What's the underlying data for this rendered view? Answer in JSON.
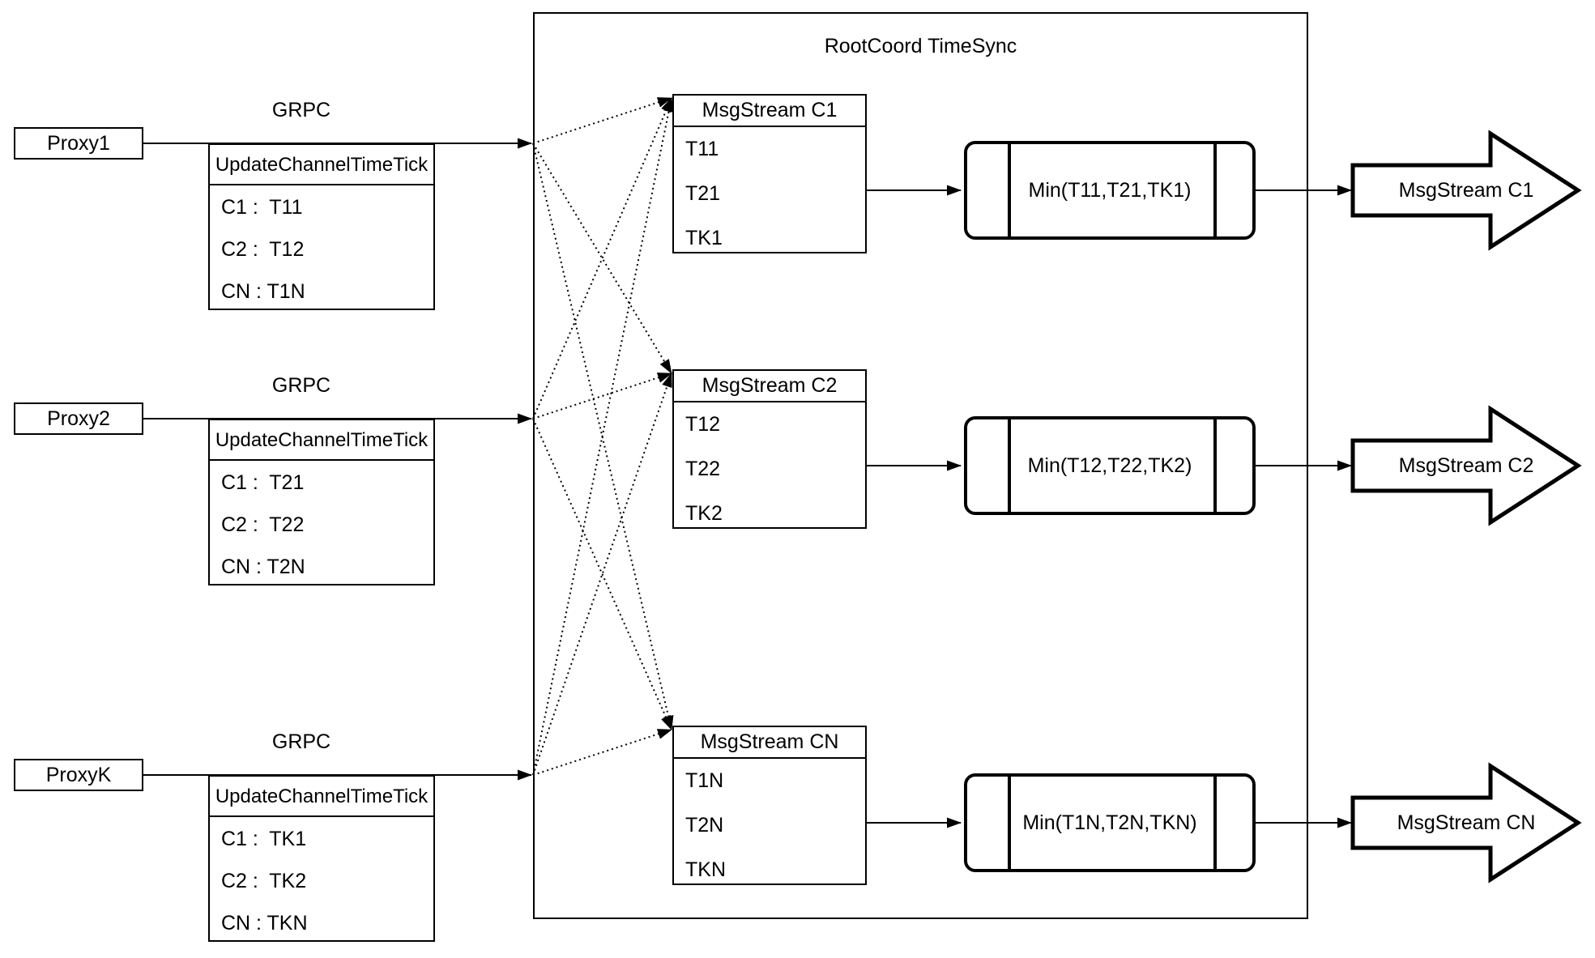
{
  "container": {
    "title": "RootCoord TimeSync"
  },
  "colors": {
    "stroke": "#000000",
    "background": "#ffffff"
  },
  "proxies": [
    {
      "label": "Proxy1",
      "protocol": "GRPC",
      "message": {
        "title": "UpdateChannelTimeTick",
        "entries": [
          "C1 :  T11",
          "C2 :  T12",
          "CN : T1N"
        ]
      }
    },
    {
      "label": "Proxy2",
      "protocol": "GRPC",
      "message": {
        "title": "UpdateChannelTimeTick",
        "entries": [
          "C1 :  T21",
          "C2 :  T22",
          "CN : T2N"
        ]
      }
    },
    {
      "label": "ProxyK",
      "protocol": "GRPC",
      "message": {
        "title": "UpdateChannelTimeTick",
        "entries": [
          "C1 :  TK1",
          "C2 :  TK2",
          "CN : TKN"
        ]
      }
    }
  ],
  "streams": [
    {
      "collector_title": "MsgStream C1",
      "ticks": [
        "T11",
        "T21",
        "TK1"
      ],
      "min_label": "Min(T11,T21,TK1)",
      "output_label": "MsgStream C1"
    },
    {
      "collector_title": "MsgStream C2",
      "ticks": [
        "T12",
        "T22",
        "TK2"
      ],
      "min_label": "Min(T12,T22,TK2)",
      "output_label": "MsgStream C2"
    },
    {
      "collector_title": "MsgStream CN",
      "ticks": [
        "T1N",
        "T2N",
        "TKN"
      ],
      "min_label": "Min(T1N,T2N,TKN)",
      "output_label": "MsgStream CN"
    }
  ]
}
